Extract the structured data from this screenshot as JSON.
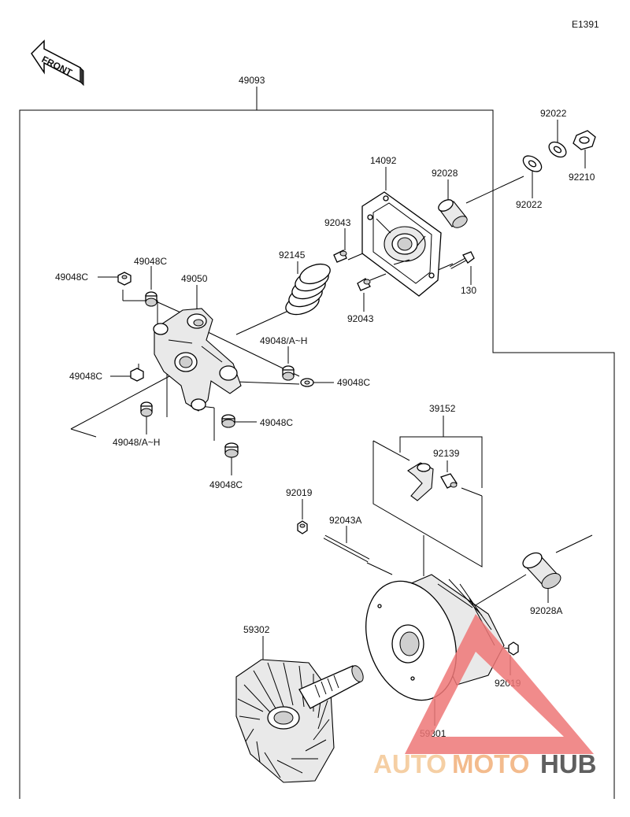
{
  "diagram_code": "E1391",
  "front_label": "FRONT",
  "watermark": {
    "brand_part1": "AUTO",
    "brand_part2": "MOTO",
    "brand_part3": "HUB",
    "color_light": "#f4c795",
    "color_mid": "#f2b07a",
    "color_dark": "#444444",
    "triangle_color": "#ee7777"
  },
  "labels": {
    "p49093": "49093",
    "p92022a": "92022",
    "p92210": "92210",
    "p14092": "14092",
    "p92028": "92028",
    "p92022b": "92022",
    "p92043a": "92043",
    "p92145": "92145",
    "p92043b": "92043",
    "p130": "130",
    "p49048c_top": "49048C",
    "p49048c_left": "49048C",
    "p49050": "49050",
    "p49048ah_right": "49048/A~H",
    "p49048c_right": "49048C",
    "p49048c_leftmid": "49048C",
    "p49048c_mid": "49048C",
    "p49048ah_left": "49048/A~H",
    "p49048c_bottom": "49048C",
    "p39152": "39152",
    "p92139": "92139",
    "p92019a": "92019",
    "p92043A": "92043A",
    "p92028A": "92028A",
    "p59302": "59302",
    "p92019b": "92019",
    "p59301": "59301"
  }
}
